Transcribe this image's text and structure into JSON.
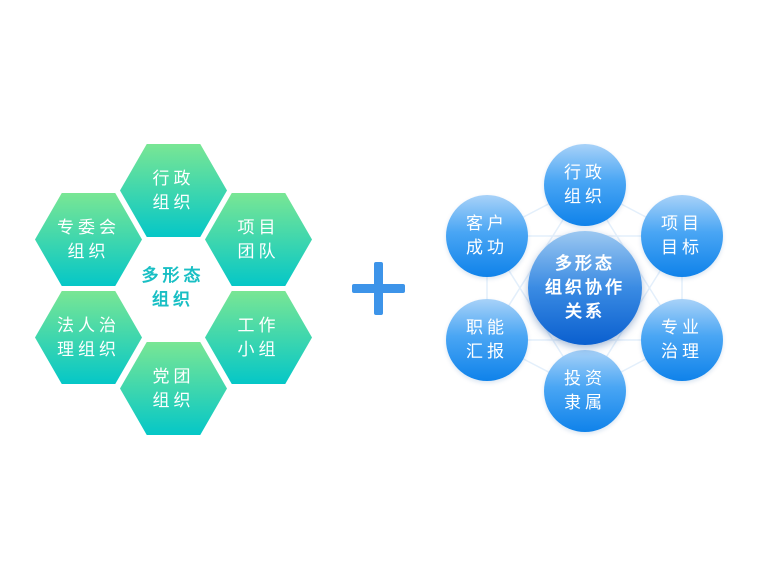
{
  "left": {
    "center": "多形态\n组织",
    "hexes": [
      "行政\n组织",
      "项目\n团队",
      "工作\n小组",
      "党团\n组织",
      "法人治\n理组织",
      "专委会\n组织"
    ]
  },
  "operator": "plus",
  "right": {
    "center": "多形态\n组织协作\n关系",
    "circles": [
      "行政\n组织",
      "项目\n目标",
      "专业\n治理",
      "投资\n隶属",
      "职能\n汇报",
      "客户\n成功"
    ]
  }
}
